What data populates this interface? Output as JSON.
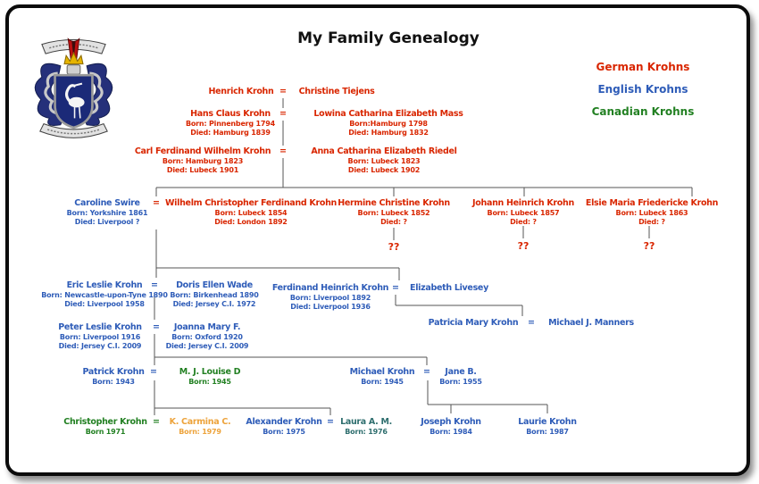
{
  "title": "My Family Genealogy",
  "legend": [
    {
      "label": "German Krohns",
      "color_key": "german"
    },
    {
      "label": "English Krohns",
      "color_key": "english"
    },
    {
      "label": "Canadian Krohns",
      "color_key": "canadian"
    }
  ],
  "symbols": {
    "equals": "=",
    "unknown": "??"
  },
  "people": {
    "henrich": {
      "name": "Henrich Krohn"
    },
    "christine": {
      "name": "Christine Tiejens"
    },
    "hans": {
      "name": "Hans Claus Krohn",
      "born": "Born: Pinnenberg 1794",
      "died": "Died: Hamburg 1839"
    },
    "lowina": {
      "name": "Lowina Catharina Elizabeth Mass",
      "born": "Born:Hamburg 1798",
      "died": "Died: Hamburg 1832"
    },
    "carl": {
      "name": "Carl Ferdinand Wilhelm Krohn",
      "born": "Born: Hamburg 1823",
      "died": "Died: Lubeck 1901"
    },
    "anna": {
      "name": "Anna Catharina Elizabeth Riedel",
      "born": "Born: Lubeck 1823",
      "died": "Died: Lubeck 1902"
    },
    "caroline": {
      "name": "Caroline Swire",
      "born": "Born: Yorkshire 1861",
      "died": "Died: Liverpool  ?"
    },
    "wilhelm": {
      "name": "Wilhelm Christopher Ferdinand Krohn",
      "born": "Born: Lubeck 1854",
      "died": "Died: London 1892"
    },
    "hermine": {
      "name": "Hermine Christine Krohn",
      "born": "Born: Lubeck 1852",
      "died": "Died: ?"
    },
    "johann": {
      "name": "Johann Heinrich Krohn",
      "born": "Born: Lubeck 1857",
      "died": "Died: ?"
    },
    "elsie": {
      "name": "Elsie Maria Friedericke Krohn",
      "born": "Born: Lubeck 1863",
      "died": "Died: ?"
    },
    "eric": {
      "name": "Eric Leslie Krohn",
      "born": "Born: Newcastle-upon-Tyne 1890",
      "died": "Died: Liverpool 1958"
    },
    "doris": {
      "name": "Doris Ellen Wade",
      "born": "Born: Birkenhead 1890",
      "died": "Died: Jersey C.I. 1972"
    },
    "ferdinand": {
      "name": "Ferdinand Heinrich Krohn",
      "born": "Born: Liverpool 1892",
      "died": "Died: Liverpool 1936"
    },
    "elizabeth": {
      "name": "Elizabeth Livesey"
    },
    "patricia": {
      "name": "Patricia Mary Krohn"
    },
    "michael_manners": {
      "name": "Michael J. Manners"
    },
    "peter": {
      "name": "Peter Leslie Krohn",
      "born": "Born: Liverpool 1916",
      "died": "Died: Jersey C.I. 2009"
    },
    "joanna": {
      "name": "Joanna Mary F.",
      "born": "Born: Oxford 1920",
      "died": "Died: Jersey C.I. 2009"
    },
    "patrick": {
      "name": "Patrick Krohn",
      "born": "Born: 1943"
    },
    "louise": {
      "name": "M. J. Louise D",
      "born": "Born: 1945"
    },
    "michael": {
      "name": "Michael Krohn",
      "born": "Born: 1945"
    },
    "jane": {
      "name": "Jane B.",
      "born": "Born: 1955"
    },
    "christopher": {
      "name": "Christopher Krohn",
      "born": "Born 1971"
    },
    "carmina": {
      "name": "K. Carmina C.",
      "born": "Born: 1979"
    },
    "alexander": {
      "name": "Alexander Krohn",
      "born": "Born: 1975"
    },
    "laura": {
      "name": "Laura A. M.",
      "born": "Born: 1976"
    },
    "joseph": {
      "name": "Joseph Krohn",
      "born": "Born: 1984"
    },
    "laurie": {
      "name": "Laurie Krohn",
      "born": "Born: 1987"
    }
  },
  "colors": {
    "german": "#d92600",
    "english": "#2e5cb8",
    "canadian": "#228022",
    "carmina": "#eda33b",
    "laura": "#2e6e6e",
    "title": "#111111",
    "line": "#555555"
  }
}
